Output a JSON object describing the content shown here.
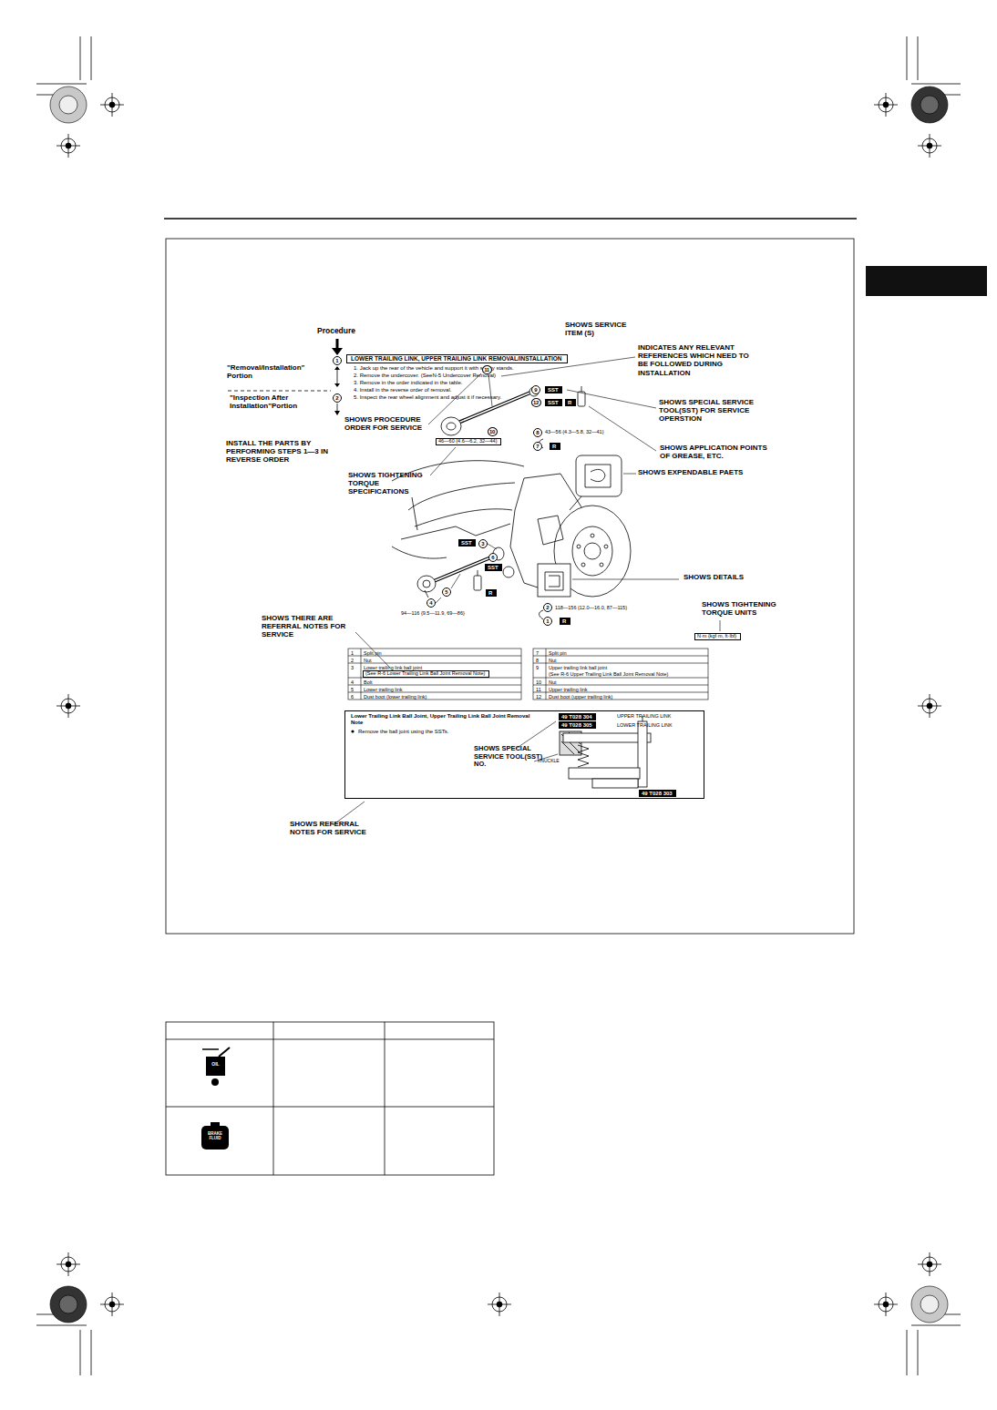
{
  "diagram": {
    "nodes": [
      {
        "text": [
          "LOWER TRAILING LINK, UPPER TRAILING LINK REMOVAL/INSTALLATION"
        ]
      },
      {
        "text": [
          "46—60 {4.6—6.2, 32—44}"
        ]
      },
      {
        "text": [
          "SST"
        ]
      },
      {
        "text": [
          "SST"
        ]
      },
      {
        "text": [
          "R"
        ]
      },
      {
        "text": [
          "R"
        ]
      },
      {
        "text": [
          "SST"
        ]
      },
      {
        "text": [
          "SST"
        ]
      },
      {
        "text": [
          "R"
        ]
      },
      {
        "text": [
          "R"
        ]
      },
      {
        "text": [
          "N·m {kgf·m, ft·lbf}"
        ]
      },
      {
        "text": [
          "(See R-6 Lower Trailing Link Ball Joint Removal Note)"
        ]
      },
      {
        "text": [
          "Lower Trailing Link Ball Joint, Upper Trailing Link Ball Joint Removal Note",
          "Remove the ball joint using the SSTs."
        ]
      },
      {
        "text": [
          "49 T028 304"
        ],
        "in": 12
      },
      {
        "text": [
          "49 T028 305"
        ],
        "in": 12
      },
      {
        "text": [
          "49 T028 303"
        ],
        "in": 12
      }
    ],
    "labels": [
      "Procedure",
      "\"Removal/Installation\" Portion",
      "\"Inspection After Installation\"Portion",
      "INSTALL THE PARTS BY PERFORMING STEPS 1—3 IN REVERSE ORDER",
      "1",
      "2",
      "1. Jack up the rear of the vehicle and support it with safety stands.",
      "2. Remove the undercover. (SeeN-5 Undercover Removal)",
      "3. Remove in the order indicated in the table.",
      "4. Install in the reverse order of removal.",
      "5. Inspect the rear wheel alignment and adjust it if necessary.",
      "SHOWS SERVICE ITEM (S)",
      "INDICATES ANY RELEVANT REFERENCES WHICH NEED TO BE FOLLOWED DURING INSTALLATION",
      "SHOWS SPECIAL SERVICE TOOL(SST) FOR SERVICE OPERSTION",
      "SHOWS PROCEDURE ORDER FOR SERVICE",
      "SHOWS APPLICATION POINTS OF GREASE, ETC.",
      "SHOWS TIGHTENING TORQUE SPECIFICATIONS",
      "SHOWS EXPENDABLE PAETS",
      "11",
      "9",
      "12",
      "8",
      "43—56 {4.3—5.8, 32—41}",
      "7",
      "10",
      "3",
      "5",
      "6",
      "4",
      "94—116 {9.5—11.9, 69—86}",
      "2",
      "118—156 {12.0—16.0, 87—115}",
      "1",
      "SHOWS DETAILS",
      "SHOWS THERE ARE REFERRAL NOTES FOR SERVICE",
      "SHOWS TIGHTENING TORQUE UNITS",
      "1",
      "Split pin",
      "2",
      "Nut",
      "3",
      "Lower trailing link ball joint",
      "4",
      "Bolt",
      "5",
      "Lower trailing link",
      "6",
      "Dust boot (lower trailing link)",
      "7",
      "Split pin",
      "8",
      "Nut",
      "9",
      "Upper trailing link ball joint",
      "(See R-6 Upper Trailing Link Ball Joint Removal Note)",
      "10",
      "Nut",
      "11",
      "Upper trailing link",
      "12",
      "Dust boot (upper trailing link)",
      "UPPER TRAILING LINK",
      "LOWER TRAILING LINK",
      "KNUCKLE",
      "SHOWS SPECIAL SERVICE TOOL(SST) NO.",
      "SHOWS REFERRAL NOTES FOR SERVICE",
      "OIL",
      "BRAKE FLUID"
    ]
  }
}
